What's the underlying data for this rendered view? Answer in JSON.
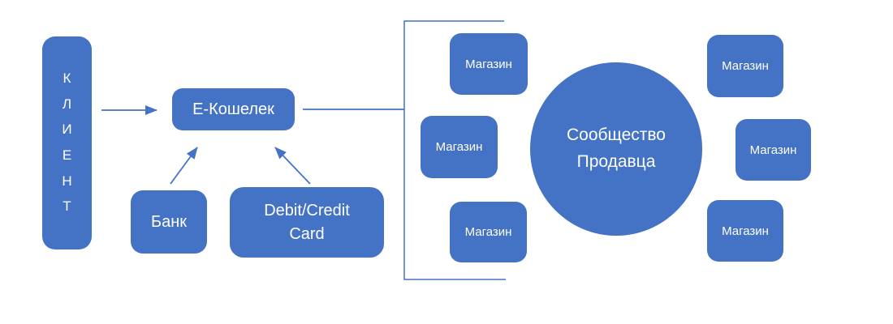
{
  "colors": {
    "accent": "#4472C4",
    "shape_text": "#FFFFFF",
    "background": "#FFFFFF"
  },
  "nodes": {
    "client": {
      "label": "КЛИЕНТ",
      "letters": [
        "К",
        "Л",
        "И",
        "Е",
        "Н",
        "Т"
      ]
    },
    "ewallet": {
      "label": "Е-Кошелек"
    },
    "bank": {
      "label": "Банк"
    },
    "card": {
      "lines": [
        "Debit/Credit",
        "Card"
      ]
    },
    "community": {
      "lines": [
        "Сообщество",
        "Продавца"
      ]
    },
    "stores_left": [
      {
        "label": "Магазин"
      },
      {
        "label": "Магазин"
      },
      {
        "label": "Магазин"
      }
    ],
    "stores_right": [
      {
        "label": "Магазин"
      },
      {
        "label": "Магазин"
      },
      {
        "label": "Магазин"
      }
    ]
  },
  "connections": [
    {
      "from": "client",
      "to": "ewallet",
      "type": "arrow"
    },
    {
      "from": "bank",
      "to": "ewallet",
      "type": "arrow"
    },
    {
      "from": "card",
      "to": "ewallet",
      "type": "arrow"
    },
    {
      "from": "ewallet",
      "to": "stores-bracket",
      "type": "line"
    }
  ]
}
